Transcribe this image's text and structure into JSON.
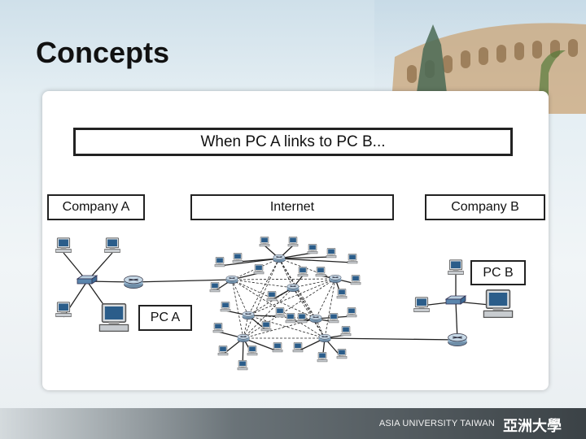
{
  "slide": {
    "title": "Concepts",
    "headline": "When PC A links to PC B..."
  },
  "labels": {
    "company_a": "Company A",
    "internet": "Internet",
    "company_b": "Company B",
    "pc_a": "PC A",
    "pc_b": "PC B"
  },
  "footer": {
    "university": "ASIA UNIVERSITY TAIWAN",
    "chinese_name": "亞洲大學"
  },
  "colors": {
    "footer_dark": "#3b4246",
    "box_border": "#222222"
  }
}
